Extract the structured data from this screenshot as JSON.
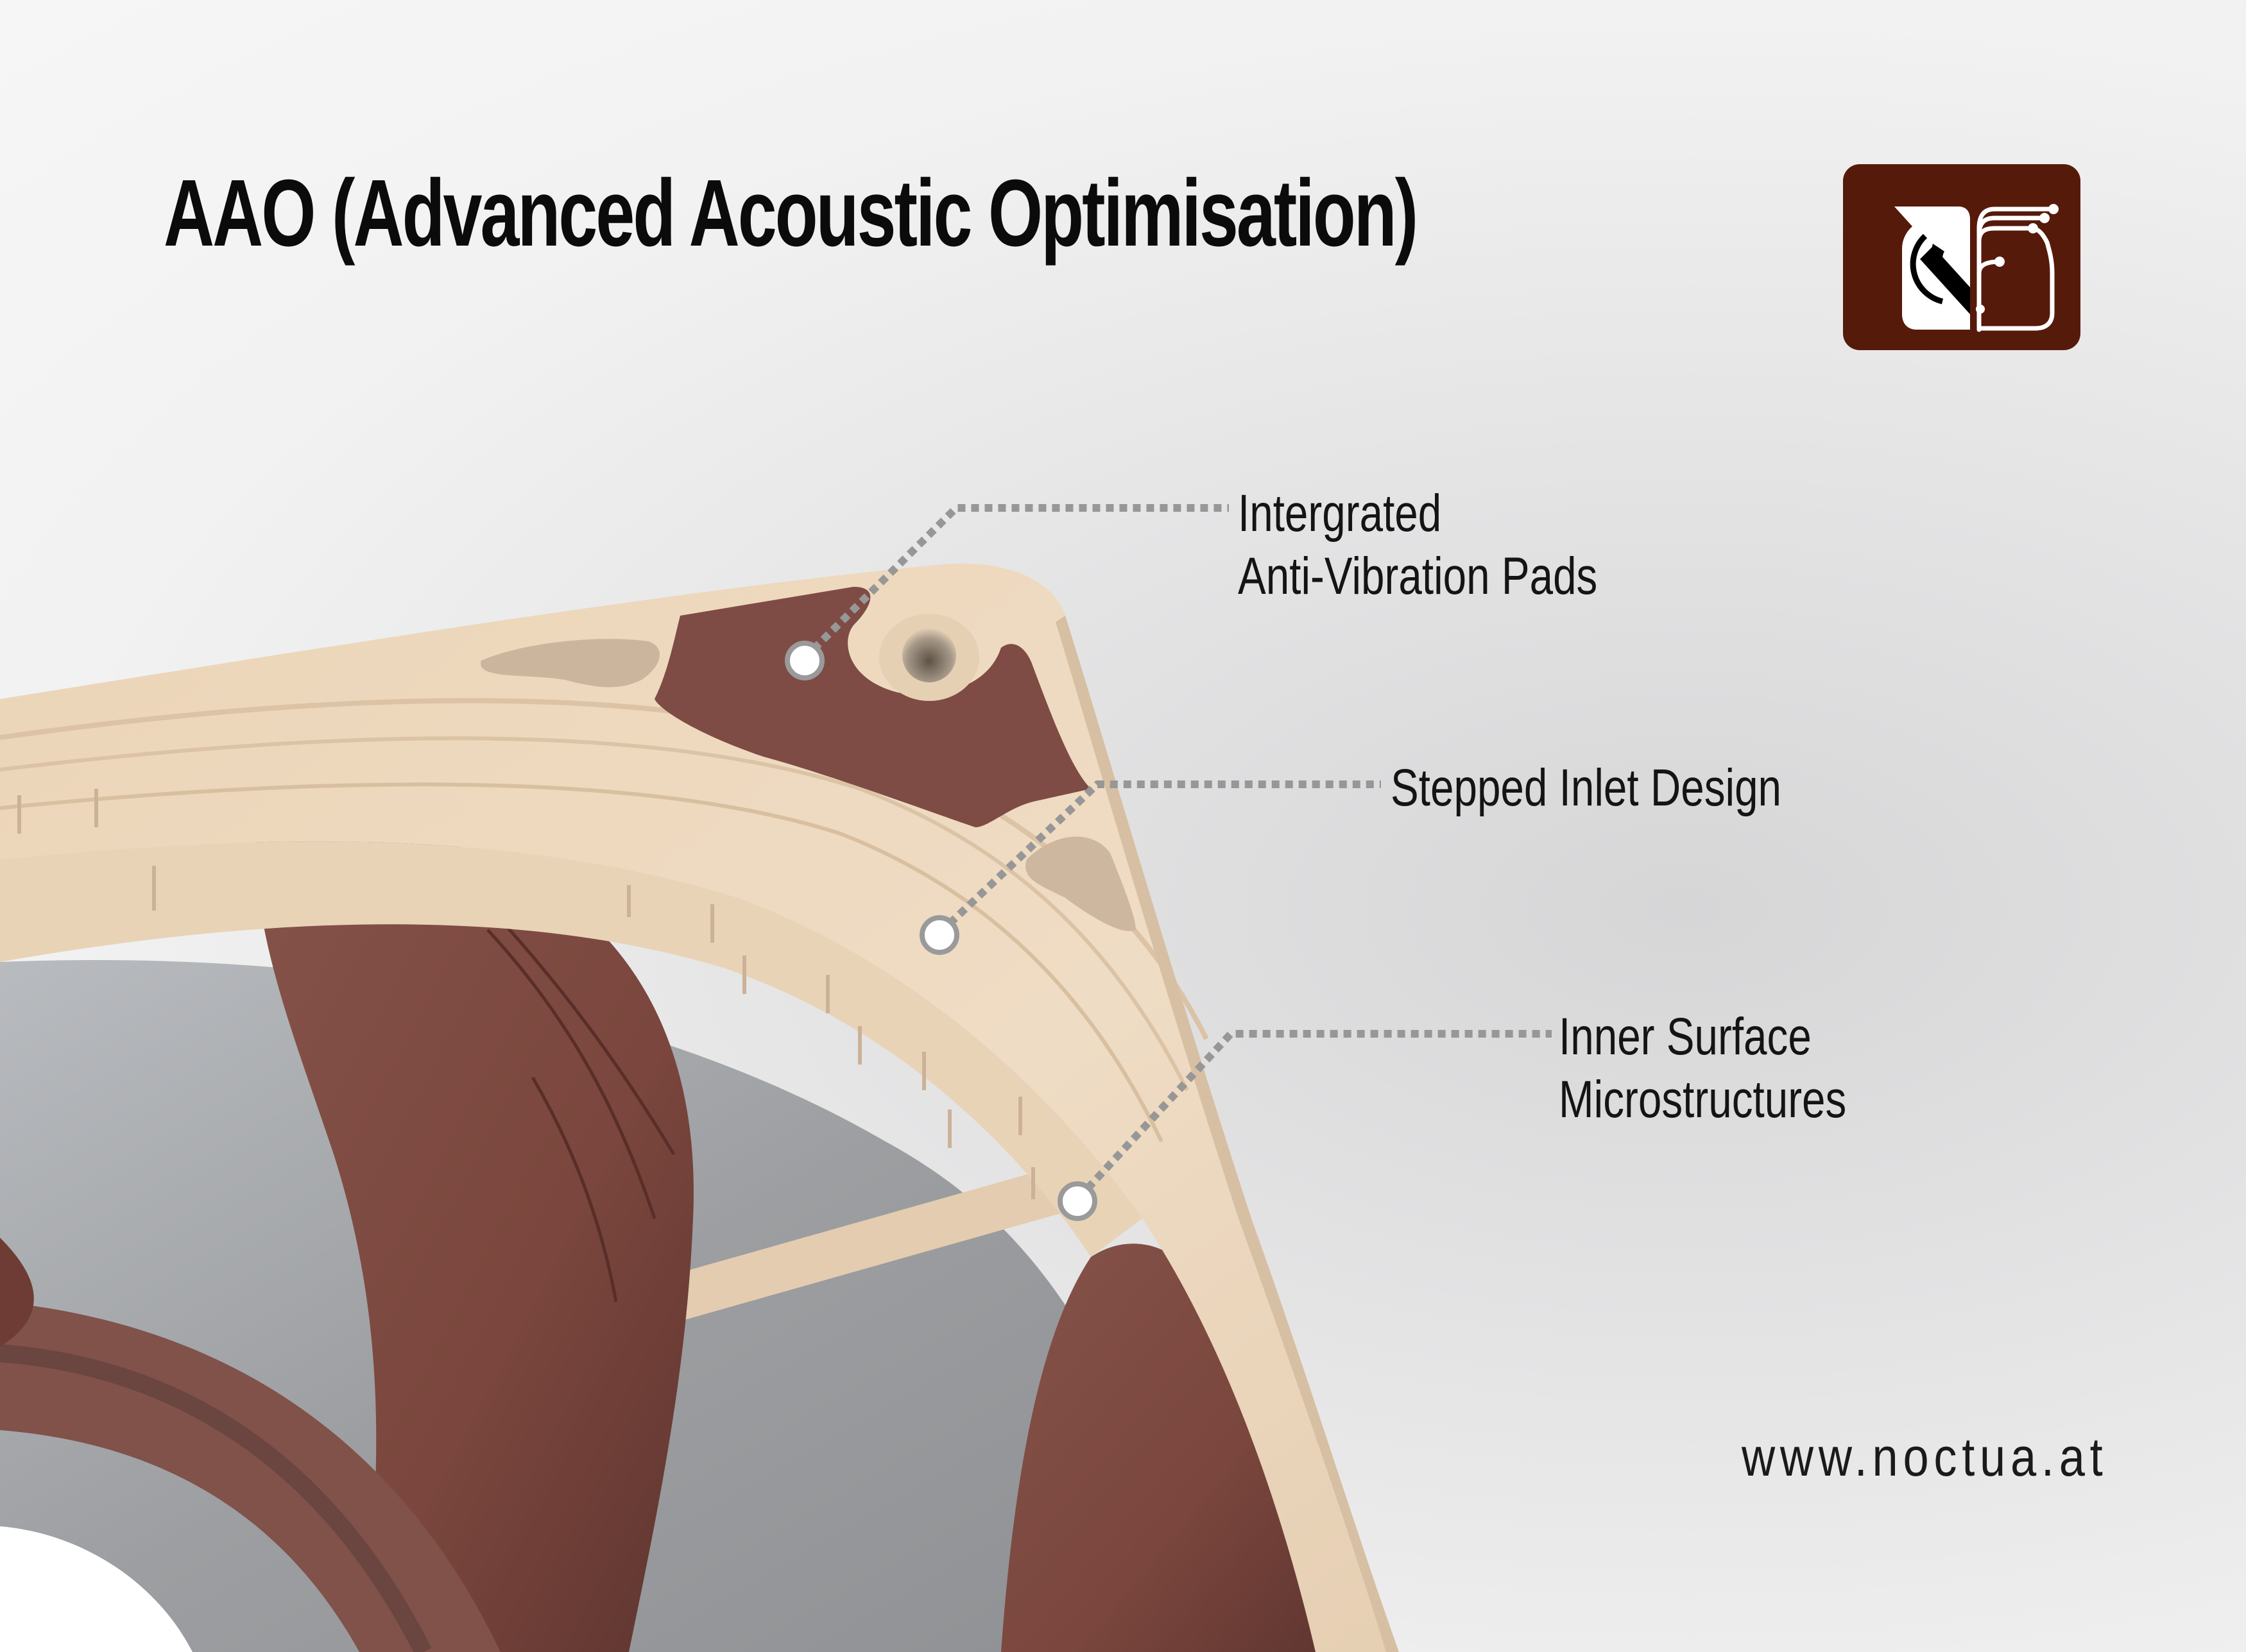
{
  "header": {
    "title": "AAO (Advanced Acoustic Optimisation)"
  },
  "logo": {
    "icon": "noctua-owl-circuit-logo-icon",
    "background_color": "#561a0a",
    "foreground_color": "#ffffff"
  },
  "illustration": {
    "subject": "fan-frame-corner",
    "frame_color": "#ecd6bc",
    "pad_color": "#7e4c44",
    "blade_color": "#7a4840"
  },
  "callouts": [
    {
      "id": "anti-vibration-pads",
      "lines": [
        "Intergrated",
        "Anti-Vibration Pads"
      ],
      "marker": "callout-dot-icon"
    },
    {
      "id": "stepped-inlet",
      "lines": [
        "Stepped Inlet Design"
      ],
      "marker": "callout-dot-icon"
    },
    {
      "id": "inner-surface",
      "lines": [
        "Inner Surface",
        "Microstructures"
      ],
      "marker": "callout-dot-icon"
    }
  ],
  "style": {
    "leader_line_color": "#979797",
    "marker_ring_color": "#9a9a9a",
    "marker_fill_color": "#ffffff"
  },
  "footer": {
    "url": "www.noctua.at"
  }
}
